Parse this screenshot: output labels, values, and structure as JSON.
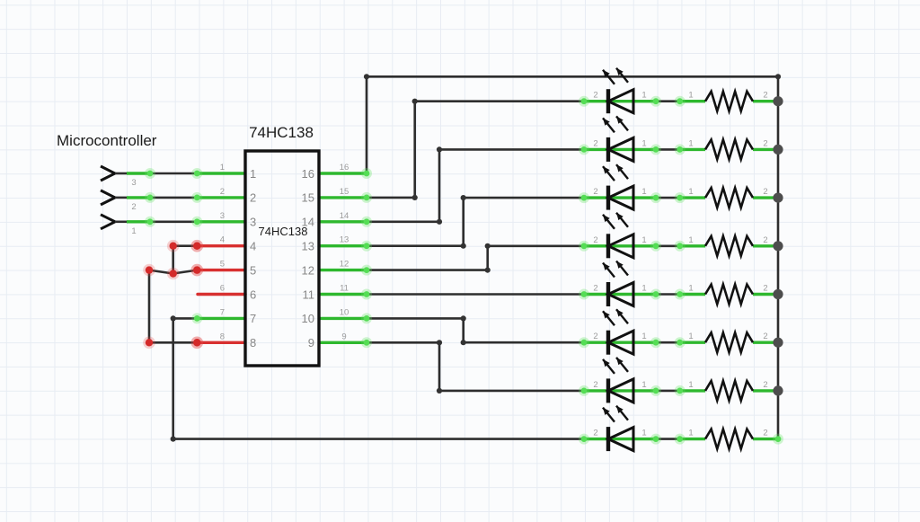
{
  "colors": {
    "wire_black": "#2e2e2e",
    "net_green": "#2eb82e",
    "dot_green": "#55dd55",
    "halo_green": "rgba(96,224,96,0.30)",
    "net_red": "#d83030",
    "dot_red": "#d42a2a",
    "halo_red": "rgba(226,70,70,0.25)",
    "bus_dot": "#4d4d4d",
    "bend_dot": "#333333",
    "component_black": "#111111",
    "label_gray": "#9b9b9b",
    "pin_gray": "#878787",
    "text_black": "#1a1a1a"
  },
  "mcu": {
    "label": "Microcontroller",
    "pins": [
      {
        "net": "3"
      },
      {
        "net": "2"
      },
      {
        "net": "1"
      }
    ]
  },
  "ic": {
    "title": "74HC138",
    "inner_label": "74HC138",
    "left_pins": [
      {
        "num": "1",
        "net": "1",
        "state": "green"
      },
      {
        "num": "2",
        "net": "2",
        "state": "green"
      },
      {
        "num": "3",
        "net": "3",
        "state": "green"
      },
      {
        "num": "4",
        "net": "4",
        "state": "red"
      },
      {
        "num": "5",
        "net": "5",
        "state": "red"
      },
      {
        "num": "6",
        "net": "6",
        "state": "red"
      },
      {
        "num": "7",
        "net": "7",
        "state": "green"
      },
      {
        "num": "8",
        "net": "8",
        "state": "red"
      }
    ],
    "right_pins": [
      {
        "num": "16",
        "net": "16"
      },
      {
        "num": "15",
        "net": "15"
      },
      {
        "num": "14",
        "net": "14"
      },
      {
        "num": "13",
        "net": "13"
      },
      {
        "num": "12",
        "net": "12"
      },
      {
        "num": "11",
        "net": "11"
      },
      {
        "num": "10",
        "net": "10"
      },
      {
        "num": "9",
        "net": "9"
      }
    ]
  },
  "led_rows": [
    {
      "led_pins": {
        "left": "2",
        "right": "1"
      },
      "resistor_pins": {
        "left": "1",
        "right": "2"
      }
    },
    {
      "led_pins": {
        "left": "2",
        "right": "1"
      },
      "resistor_pins": {
        "left": "1",
        "right": "2"
      }
    },
    {
      "led_pins": {
        "left": "2",
        "right": "1"
      },
      "resistor_pins": {
        "left": "1",
        "right": "2"
      }
    },
    {
      "led_pins": {
        "left": "2",
        "right": "1"
      },
      "resistor_pins": {
        "left": "1",
        "right": "2"
      }
    },
    {
      "led_pins": {
        "left": "2",
        "right": "1"
      },
      "resistor_pins": {
        "left": "1",
        "right": "2"
      }
    },
    {
      "led_pins": {
        "left": "2",
        "right": "1"
      },
      "resistor_pins": {
        "left": "1",
        "right": "2"
      }
    },
    {
      "led_pins": {
        "left": "2",
        "right": "1"
      },
      "resistor_pins": {
        "left": "1",
        "right": "2"
      }
    },
    {
      "led_pins": {
        "left": "2",
        "right": "1"
      },
      "resistor_pins": {
        "left": "1",
        "right": "2"
      }
    }
  ]
}
